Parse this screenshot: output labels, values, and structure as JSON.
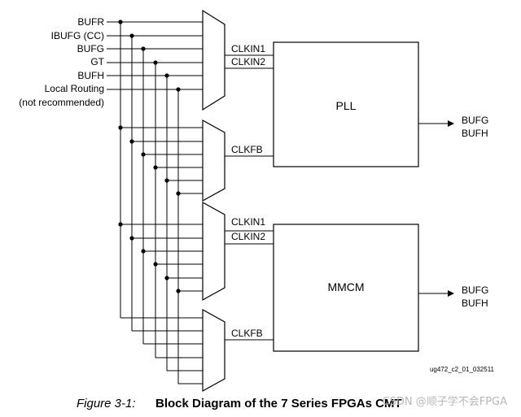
{
  "inputs": [
    "BUFR",
    "IBUFG (CC)",
    "BUFG",
    "GT",
    "BUFH",
    "Local Routing",
    "(not recommended)"
  ],
  "pll": {
    "title": "PLL",
    "clkin1": "CLKIN1",
    "clkin2": "CLKIN2",
    "clkfb": "CLKFB",
    "out1": "BUFG",
    "out2": "BUFH"
  },
  "mmcm": {
    "title": "MMCM",
    "clkin1": "CLKIN1",
    "clkin2": "CLKIN2",
    "clkfb": "CLKFB",
    "out1": "BUFG",
    "out2": "BUFH"
  },
  "doc_id": "ug472_c2_01_032511",
  "caption": {
    "figure": "Figure 3-1:",
    "text": "Block Diagram of the 7 Series FPGAs CMT"
  },
  "watermark": "CSDN @顺子学不会FPGA"
}
